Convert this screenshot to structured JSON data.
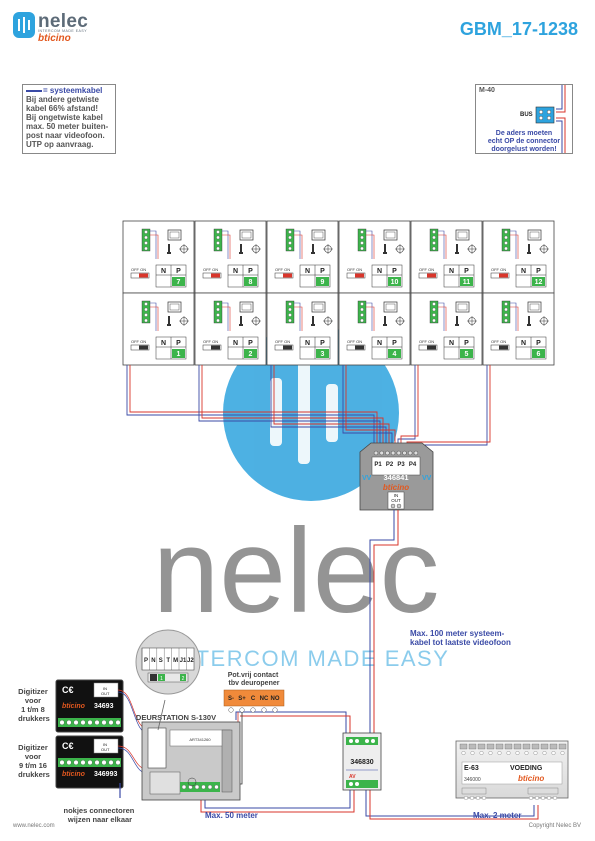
{
  "header": {
    "logo_text": "nelec",
    "logo_tagline": "INTERCOM MADE EASY",
    "logo_brand": "bticino",
    "doc_code": "GBM_17-1238"
  },
  "cable_note": {
    "title": "= systeemkabel",
    "lines": [
      "Bij andere getwiste",
      "kabel 66% afstand!",
      "Bij ongetwiste kabel",
      "max. 50 meter buiten-",
      "post naar videofoon.",
      "UTP op aanvraag."
    ]
  },
  "m40_note": {
    "label": "M-40",
    "bus": "BUS",
    "lines": [
      "De aders moeten",
      "echt OP de connector",
      "doorgelust worden!"
    ]
  },
  "videophones": {
    "row_top": [
      "7",
      "8",
      "9",
      "10",
      "11",
      "12"
    ],
    "row_bottom": [
      "1",
      "2",
      "3",
      "4",
      "5",
      "6"
    ],
    "switch_label": "OFF ON",
    "n_label": "N",
    "p_label": "P"
  },
  "distributor": {
    "model": "346841",
    "ports": [
      "P1",
      "P2",
      "P3",
      "P4"
    ],
    "vv_left": "VV",
    "vv_right": "VV",
    "brand": "bticino",
    "in_label": "IN",
    "out_label": "OUT"
  },
  "watermark": {
    "word": "nelec",
    "tagline": "INTERCOM MADE EASY"
  },
  "annotations": {
    "max100_line1": "Max. 100 meter systeem-",
    "max100_line2": "kabel tot laatste videofoon",
    "max50": "Max. 50 meter",
    "max2": "Max. 2 meter",
    "pot_contact_line1": "Pot.vrij contact",
    "pot_contact_line2": "tbv deuropener",
    "nokjes_line1": "nokjes connectoren",
    "nokjes_line2": "wijzen naar elkaar",
    "footer_left": "www.nelec.com",
    "footer_right": "Copyright Nelec BV"
  },
  "digitizer_1": {
    "label_lines": [
      "Digitizer",
      "voor",
      "1 t/m 8",
      "drukkers"
    ],
    "model": "34693",
    "brand": "bticino"
  },
  "digitizer_2": {
    "label_lines": [
      "Digitizer",
      "voor",
      "9 t/m 16",
      "drukkers"
    ],
    "model": "346993",
    "brand": "bticino"
  },
  "door_station": {
    "label": "DEURSTATION S-130V",
    "model_label": "ART341260",
    "connector_labels": [
      "P",
      "N",
      "S",
      "T",
      "M",
      "J1",
      "J2"
    ],
    "terminal_labels": [
      "S-",
      "S+",
      "C",
      "NC",
      "NO"
    ]
  },
  "power_unit": {
    "model": "346830",
    "av_label": "AV"
  },
  "supply": {
    "code": "E-63",
    "label": "VOEDING",
    "model": "346000",
    "brand": "bticino"
  },
  "colors": {
    "accent": "#2ea3de",
    "brand_orange": "#e2581f",
    "note_blue": "#3a4aa6",
    "terminal_green": "#3cb44b",
    "cable_red": "#d9352b",
    "cable_blue": "#3a4aa6"
  }
}
